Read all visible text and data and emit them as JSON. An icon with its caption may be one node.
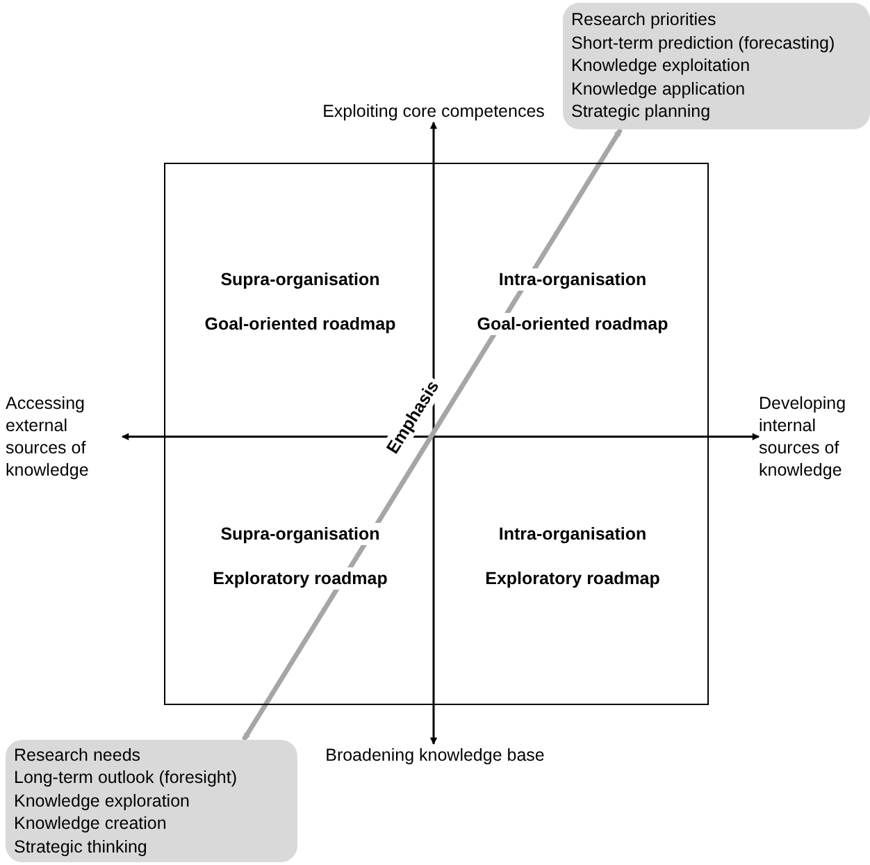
{
  "diagram": {
    "nodes": [
      {
        "text": [
          "Research priorities",
          "Short-term prediction (forecasting)",
          "Knowledge exploitation",
          "Knowledge application",
          "Strategic planning"
        ]
      },
      {
        "text": [
          "Exploiting core competences"
        ]
      },
      {
        "text": [
          "Accessing external sources of knowledge"
        ]
      },
      {
        "text": [
          "Developing internal sources of knowledge"
        ]
      },
      {
        "text": [
          "Broadening knowledge base"
        ]
      },
      {
        "text": [
          "Research needs",
          "Long-term outlook (foresight)",
          "Knowledge exploration",
          "Knowledge creation",
          "Strategic thinking"
        ]
      }
    ],
    "edges": [
      {
        "from": null,
        "to": 1,
        "arrow": "to"
      },
      {
        "from": null,
        "to": 4,
        "arrow": "to"
      },
      {
        "from": null,
        "to": 2,
        "arrow": "to"
      },
      {
        "from": null,
        "to": 3,
        "arrow": "to"
      },
      {
        "from": 5,
        "to": 0,
        "arrow": "both",
        "label": "Emphasis",
        "style": "thick",
        "color": "#a6a6a6"
      }
    ],
    "labels": [
      "Supra-organisation",
      "Intra-organisation",
      "Goal-oriented roadmap",
      "Goal-oriented roadmap",
      "Supra-organisation",
      "Intra-organisation",
      "Exploratory roadmap",
      "Exploratory roadmap"
    ]
  }
}
